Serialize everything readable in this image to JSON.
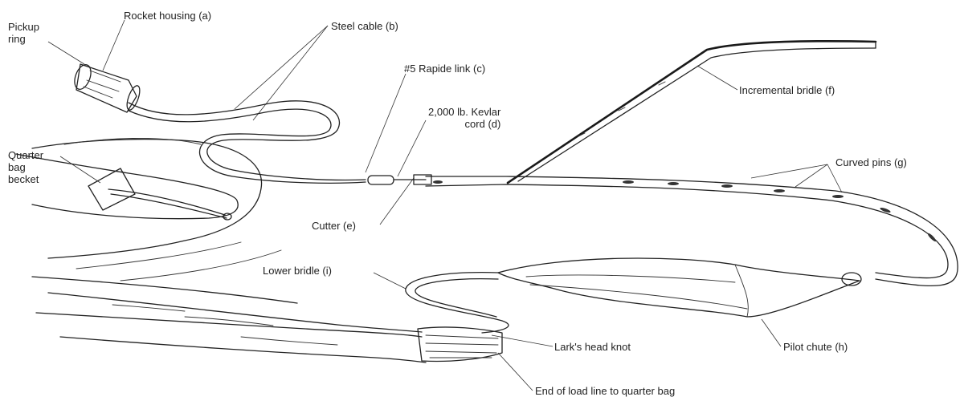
{
  "labels": {
    "pickup_ring": [
      "Pickup",
      "ring"
    ],
    "rocket_housing": "Rocket housing (a)",
    "steel_cable": "Steel cable (b)",
    "rapide_link": "#5 Rapide link (c)",
    "kevlar_cord": [
      "2,000 lb. Kevlar",
      "cord (d)"
    ],
    "incremental_bridle": "Incremental bridle (f)",
    "curved_pins": "Curved pins (g)",
    "quarter_bag_becket": [
      "Quarter",
      "bag",
      "becket"
    ],
    "cutter": "Cutter (e)",
    "lower_bridle": "Lower bridle (i)",
    "larks_head_knot": "Lark's head knot",
    "pilot_chute": "Pilot chute (h)",
    "load_line_end": "End of load line to quarter bag"
  }
}
